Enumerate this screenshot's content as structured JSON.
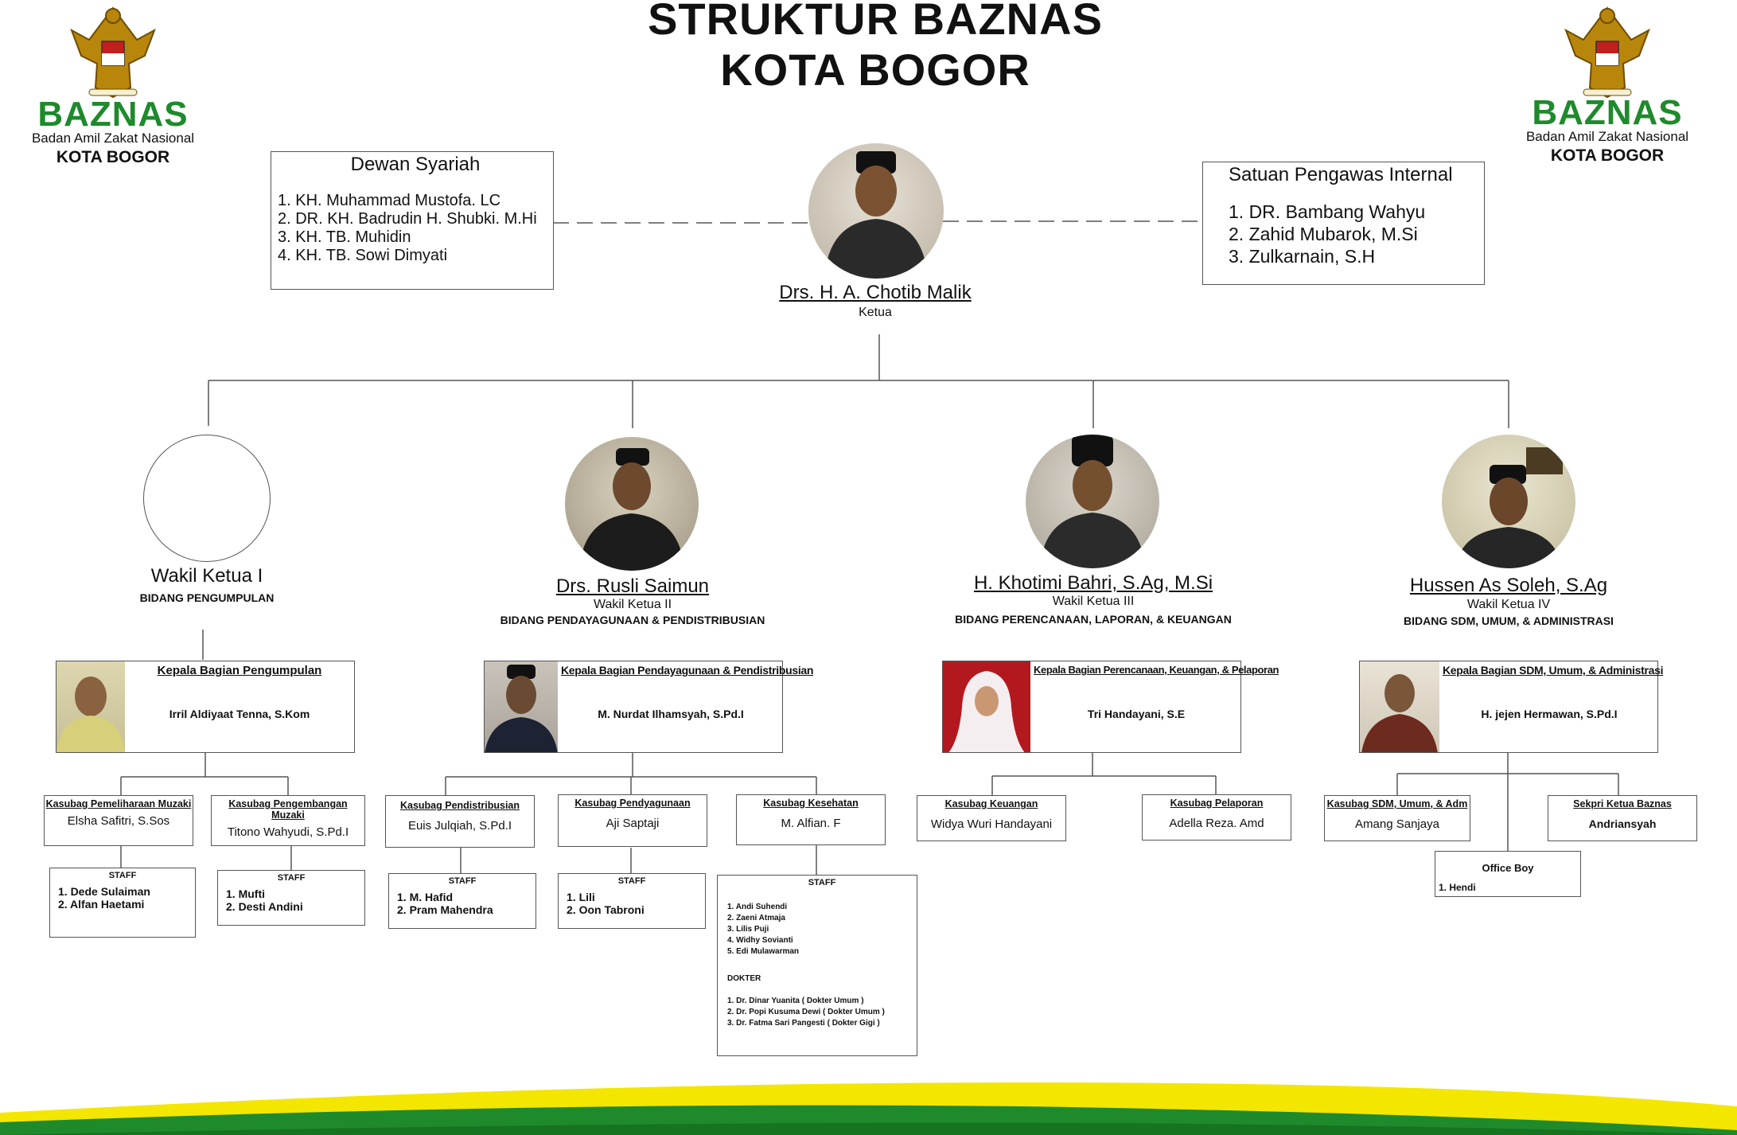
{
  "title": {
    "line1": "STRUKTUR BAZNAS",
    "line2": "KOTA BOGOR"
  },
  "logo": {
    "word": "BAZNAS",
    "sub": "Badan Amil Zakat Nasional",
    "city": "KOTA BOGOR"
  },
  "dewan_syariah": {
    "title": "Dewan Syariah",
    "members": [
      "1. KH. Muhammad Mustofa. LC",
      "2. DR. KH. Badrudin H. Shubki. M.Hi",
      "3. KH. TB. Muhidin",
      "4. KH. TB. Sowi Dimyati"
    ]
  },
  "pengawas": {
    "title": "Satuan Pengawas Internal",
    "members": [
      "1. DR. Bambang Wahyu",
      "2. Zahid Mubarok, M.Si",
      "3. Zulkarnain, S.H"
    ]
  },
  "ketua": {
    "name": "Drs. H. A. Chotib Malik",
    "role": "Ketua"
  },
  "wakil": [
    {
      "name": "Wakil Ketua I",
      "role": "",
      "field": "BIDANG PENGUMPULAN",
      "kabag": {
        "title": "Kepala Bagian Pengumpulan",
        "name": "Irril Aldiyaat Tenna, S.Kom"
      },
      "kasubag": [
        {
          "title": "Kasubag Pemeliharaan Muzaki",
          "name": "Elsha Safitri, S.Sos",
          "staff_label": "STAFF",
          "staff": [
            "1. Dede Sulaiman",
            "2. Alfan Haetami"
          ]
        },
        {
          "title": "Kasubag Pengembangan Muzaki",
          "name": "Titono Wahyudi, S.Pd.I",
          "staff_label": "STAFF",
          "staff": [
            "1. Mufti",
            "2. Desti Andini"
          ]
        }
      ]
    },
    {
      "name": "Drs. Rusli Saimun",
      "role": "Wakil Ketua II",
      "field": "BIDANG PENDAYAGUNAAN & PENDISTRIBUSIAN",
      "kabag": {
        "title": "Kepala Bagian Pendayagunaan & Pendistribusian",
        "name": "M. Nurdat Ilhamsyah, S.Pd.I"
      },
      "kasubag": [
        {
          "title": "Kasubag Pendistribusian",
          "name": "Euis Julqiah, S.Pd.I",
          "staff_label": "STAFF",
          "staff": [
            "1. M. Hafid",
            "2. Pram Mahendra"
          ]
        },
        {
          "title": "Kasubag Pendyagunaan",
          "name": "Aji Saptaji",
          "staff_label": "STAFF",
          "staff": [
            "1. Lili",
            "2. Oon Tabroni"
          ]
        },
        {
          "title": "Kasubag Kesehatan",
          "name": "M. Alfian. F",
          "staff_label": "STAFF",
          "staff": [
            "1. Andi Suhendi",
            "2. Zaeni Atmaja",
            "3. Lilis Puji",
            "4. Widhy Sovianti",
            "5. Edi Mulawarman"
          ],
          "dokter_label": "DOKTER",
          "dokter": [
            "1. Dr. Dinar Yuanita ( Dokter Umum )",
            "2. Dr. Popi Kusuma Dewi ( Dokter Umum )",
            "3. Dr. Fatma Sari Pangesti ( Dokter Gigi )"
          ]
        }
      ]
    },
    {
      "name": "H. Khotimi Bahri, S.Ag, M.Si",
      "role": "Wakil Ketua III",
      "field": "BIDANG PERENCANAAN, LAPORAN, & KEUANGAN",
      "kabag": {
        "title": "Kepala Bagian Perencanaan, Keuangan, & Pelaporan",
        "name": "Tri Handayani, S.E"
      },
      "kasubag": [
        {
          "title": "Kasubag Keuangan",
          "name": "Widya Wuri Handayani"
        },
        {
          "title": "Kasubag Pelaporan",
          "name": "Adella Reza. Amd"
        }
      ]
    },
    {
      "name": "Hussen As Soleh, S.Ag",
      "role": "Wakil Ketua IV",
      "field": "BIDANG SDM, UMUM, & ADMINISTRASI",
      "kabag": {
        "title": "Kepala Bagian SDM, Umum, & Administrasi",
        "name": "H. jejen Hermawan, S.Pd.I"
      },
      "kasubag": [
        {
          "title": "Kasubag SDM, Umum, & Adm",
          "name": "Amang Sanjaya"
        },
        {
          "title": "Sekpri Ketua Baznas",
          "name": "Andriansyah"
        }
      ],
      "office_boy": {
        "title": "Office Boy",
        "members": [
          "1. Hendi"
        ]
      }
    }
  ],
  "colors": {
    "green": "#1e8a2c",
    "yellow": "#f3e600",
    "gold": "#b8860b",
    "line": "#555555"
  }
}
